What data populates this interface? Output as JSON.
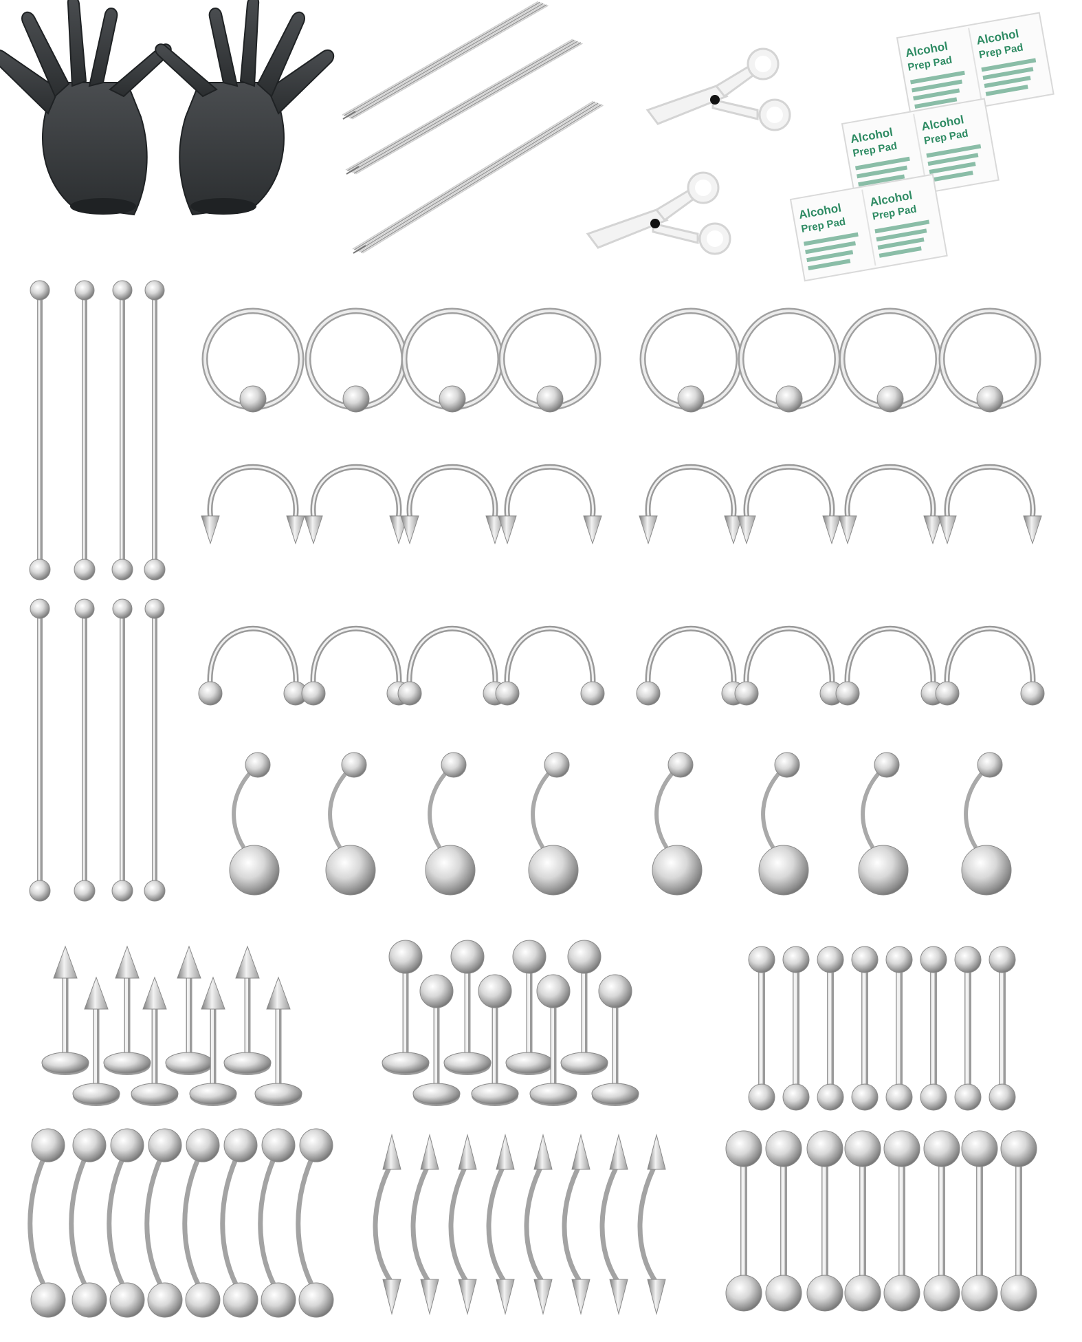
{
  "image": {
    "kind": "product-photo",
    "subject": "body piercing kit",
    "background": "#ffffff"
  },
  "colors": {
    "steel_light": "#f7f7f7",
    "steel_mid": "#c9c9c9",
    "steel_dark": "#8c8c8c",
    "glove": "#3a3d3f",
    "glove_shadow": "#1f2224",
    "clamp": "#f3f3f3",
    "clamp_outline": "#d4d4d4",
    "pad_green": "#2e8b63",
    "pad_bg": "#fbfbfb"
  },
  "prep_pads": [
    {
      "label_1": "Alcohol",
      "label_2": "Prep Pad"
    },
    {
      "label_1": "Alcohol",
      "label_2": "Prep Pad"
    },
    {
      "label_1": "Alcohol",
      "label_2": "Prep Pad"
    },
    {
      "label_1": "Alcohol",
      "label_2": "Prep Pad"
    },
    {
      "label_1": "Alcohol",
      "label_2": "Prep Pad"
    },
    {
      "label_1": "Alcohol",
      "label_2": "Prep Pad"
    }
  ],
  "items": {
    "gloves": 2,
    "needle_bundles": 3,
    "clamps": 2,
    "industrial_barbells": 8,
    "captive_rings": 8,
    "spike_horseshoes": 8,
    "ball_horseshoes": 8,
    "belly_rings": 8,
    "spike_labrets": 8,
    "ball_labrets": 8,
    "straight_barbells_small": 8,
    "curved_barbells_ball": 8,
    "curved_barbells_spike": 8,
    "straight_barbells_large": 8
  }
}
